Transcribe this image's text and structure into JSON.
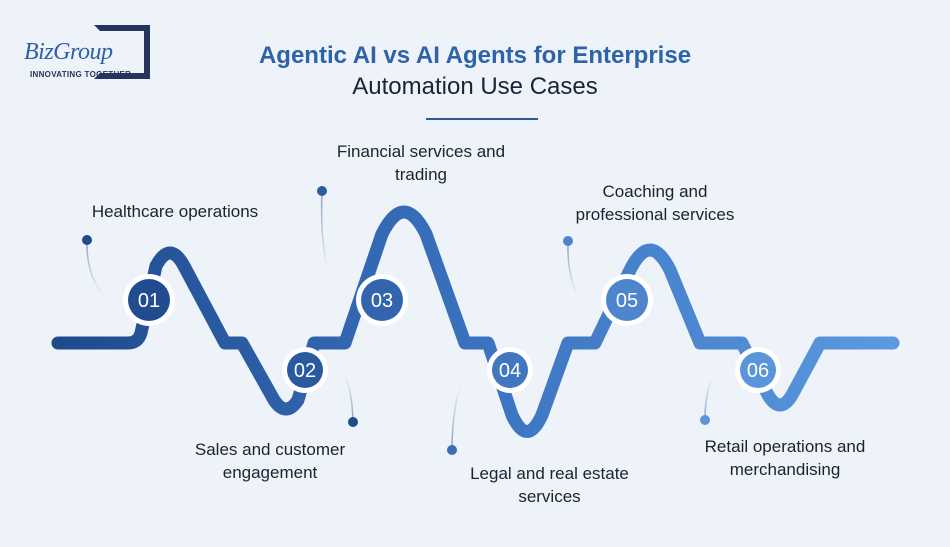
{
  "logo": {
    "brand": "BizGroup",
    "tagline": "INNOVATING TOGETHER"
  },
  "title": {
    "line1": "Agentic AI vs AI Agents for Enterprise",
    "line2": "Automation Use Cases"
  },
  "colors": {
    "primary_dark": "#1f4a8c",
    "primary_light": "#4f8fda",
    "title_blue": "#2d63a8",
    "background": "#eef2f9"
  },
  "steps": [
    {
      "number": "01",
      "label": "Healthcare operations"
    },
    {
      "number": "02",
      "label": "Sales and customer engagement"
    },
    {
      "number": "03",
      "label": "Financial services and trading"
    },
    {
      "number": "04",
      "label": "Legal and real estate services"
    },
    {
      "number": "05",
      "label": "Coaching and professional services"
    },
    {
      "number": "06",
      "label": "Retail operations and merchandising"
    }
  ]
}
